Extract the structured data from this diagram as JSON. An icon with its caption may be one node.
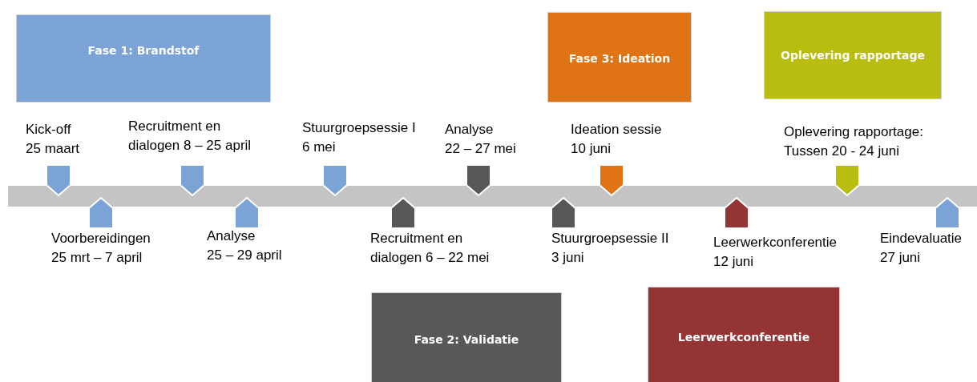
{
  "diagram": {
    "nodes": [
      {
        "text": [
          "Fase 1: Brandstof"
        ]
      },
      {
        "text": [
          "Fase 3: Ideation"
        ]
      },
      {
        "text": [
          "Oplevering rapportage"
        ]
      },
      {
        "text": [
          "Fase 2: Validatie"
        ]
      },
      {
        "text": [
          "Leerwerkconferentie"
        ]
      },
      {
        "text": [],
        "shape": "pentagon",
        "beside": [
          "Kick-off",
          "25 maart"
        ]
      },
      {
        "text": [],
        "shape": "pentagon",
        "beside": [
          "Voorbereidingen",
          "25 mrt – 7 april"
        ]
      },
      {
        "text": [],
        "shape": "pentagon",
        "beside": [
          "Recruitment en dialogen 8 – 25 april"
        ]
      },
      {
        "text": [],
        "shape": "pentagon",
        "beside": [
          "Analyse",
          "25 – 29 april"
        ]
      },
      {
        "text": [],
        "shape": "pentagon",
        "beside": [
          "Stuurgroepsessie I",
          "6 mei"
        ]
      },
      {
        "text": [],
        "shape": "pentagon",
        "beside": [
          "Recruitment en dialogen  6 – 22 mei"
        ]
      },
      {
        "text": [],
        "shape": "pentagon",
        "beside": [
          "Analyse",
          "22 – 27 mei"
        ]
      },
      {
        "text": [],
        "shape": "pentagon",
        "beside": [
          "Stuurgroepsessie II",
          "3 juni"
        ]
      },
      {
        "text": [],
        "shape": "pentagon",
        "beside": [
          "Ideation sessie",
          "10 juni"
        ]
      },
      {
        "text": [],
        "shape": "pentagon",
        "beside": [
          "Leerwerkconferentie",
          "12 juni"
        ]
      },
      {
        "text": [],
        "shape": "pentagon",
        "beside": [
          "Oplevering rapportage:",
          "Tussen 20 - 24 juni"
        ]
      },
      {
        "text": [],
        "shape": "pentagon",
        "beside": [
          "Eindevaluatie",
          "27 juni"
        ]
      },
      {
        "text": [],
        "shape": "bar"
      }
    ]
  }
}
